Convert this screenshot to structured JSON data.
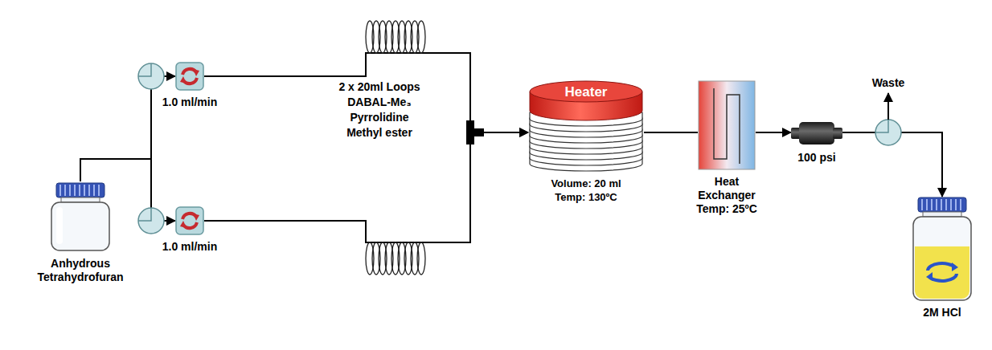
{
  "diagram": {
    "nodes": [
      {
        "text": [
          "Anhydrous Tetrahydrofuran"
        ]
      },
      {
        "text": [
          "1.0 ml/min"
        ]
      },
      {
        "text": [
          "1.0 ml/min"
        ]
      },
      {
        "text": [
          "Heater",
          "Volume: 20 ml",
          "Temp: 130ºC"
        ]
      },
      {
        "text": [
          "Heat Exchanger",
          "Temp: 25ºC"
        ]
      },
      {
        "text": [
          "100 psi"
        ]
      },
      {
        "text": [
          "2M HCl"
        ]
      }
    ],
    "edges": [
      {
        "from": 0,
        "to": 1,
        "arrow": "to"
      },
      {
        "from": 0,
        "to": 2,
        "arrow": "to"
      },
      {
        "from": 1,
        "to": 3,
        "arrow": "to"
      },
      {
        "from": 2,
        "to": 3,
        "arrow": "to"
      },
      {
        "from": 3,
        "to": 4,
        "arrow": "none"
      },
      {
        "from": 4,
        "to": 5,
        "arrow": "to"
      },
      {
        "from": 5,
        "to": 6,
        "arrow": "to"
      }
    ],
    "labels": [
      "2 x 20ml Loops",
      "DABAL-Me₃",
      "Pyrrolidine",
      "Methyl ester",
      "Waste"
    ]
  }
}
